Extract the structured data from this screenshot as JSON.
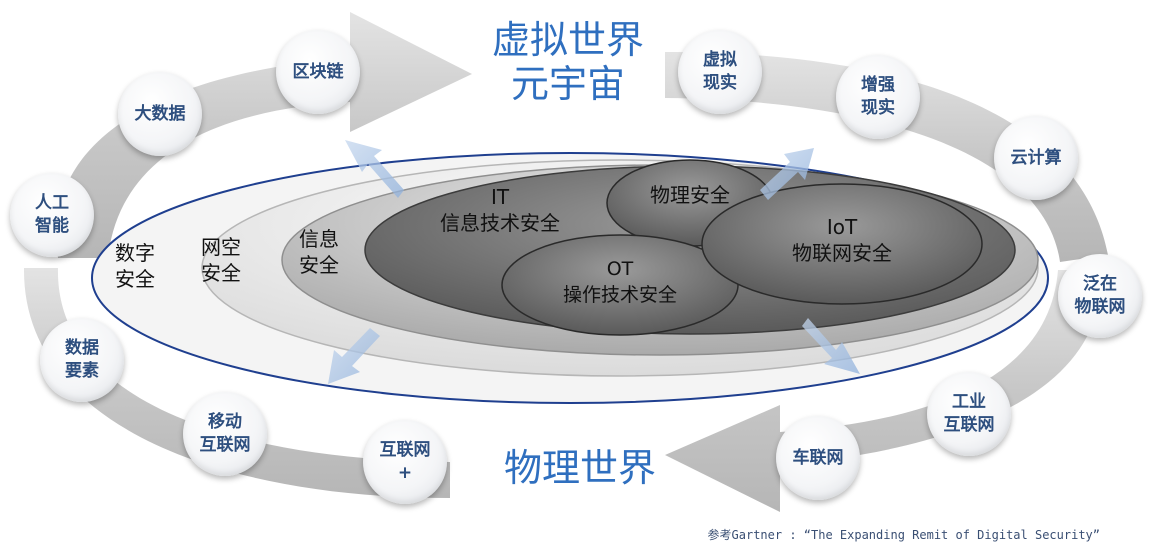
{
  "titles": {
    "virtual_world": "虚拟世界\n元宇宙",
    "physical_world": "物理世界"
  },
  "cycle_nodes": [
    "区块链",
    "大数据",
    "人工\n智能",
    "数据\n要素",
    "移动\n互联网",
    "互联网\n+",
    "虚拟\n现实",
    "增强\n现实",
    "云计算",
    "泛在\n物联网",
    "工业\n互联网",
    "车联网"
  ],
  "rings": {
    "digital_security": "数字\n安全",
    "cyberspace_security": "网空\n安全",
    "information_security": "信息\n安全",
    "it_security": "IT\n信息技术安全",
    "physical_security": "物理安全",
    "ot_security": "OT\n操作技术安全",
    "iot_security": "IoT\n物联网安全"
  },
  "footnote": "参考Gartner : “The Expanding Remit of Digital Security”",
  "colors": {
    "title_blue": "#2f6fbf",
    "node_text": "#2e4f7f",
    "arrow_grey": "#c8c8c8",
    "accent_arrow": "#a9c3e4"
  }
}
